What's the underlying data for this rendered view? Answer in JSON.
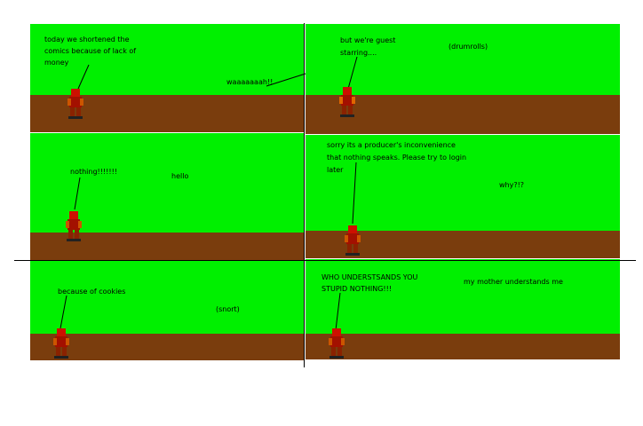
{
  "panels": [
    {
      "texts": [
        "today we shortened the",
        "comics because of lack of",
        "money",
        "waaaaaaah!!"
      ]
    },
    {
      "texts": [
        "but we're guest",
        "starring....",
        "(drumrolls)"
      ]
    },
    {
      "texts": [
        "nothing!!!!!!!",
        "hello"
      ]
    },
    {
      "texts": [
        "sorry its a producer's inconvenience",
        "that nothing speaks. Please try to login",
        "later",
        "why?!?"
      ]
    },
    {
      "texts": [
        "because of cookies",
        "(snort)"
      ]
    },
    {
      "texts": [
        "WHO UNDERSTSANDS YOU",
        "STUPID NOTHING!!!",
        "my mother understands me"
      ]
    }
  ],
  "colors": {
    "sky": "#00f000",
    "ground": "#7a3d0d",
    "character": "#cc1100"
  }
}
